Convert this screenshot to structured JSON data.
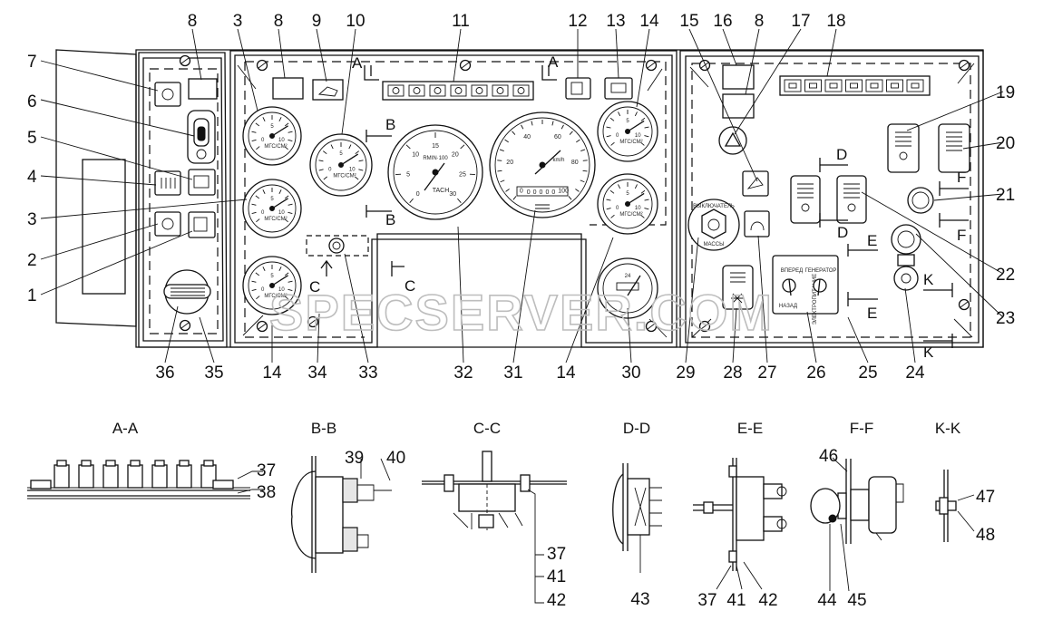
{
  "diagram": {
    "callouts_top": [
      "8",
      "3",
      "8",
      "9",
      "10",
      "11",
      "12",
      "13",
      "14",
      "15",
      "16",
      "8",
      "17",
      "18"
    ],
    "callouts_left": [
      "7",
      "6",
      "5",
      "4",
      "3",
      "2",
      "1"
    ],
    "callouts_right": [
      "19",
      "20",
      "21",
      "22",
      "23"
    ],
    "callouts_bottom": [
      "36",
      "35",
      "14",
      "34",
      "33",
      "32",
      "31",
      "14",
      "30",
      "29",
      "28",
      "27",
      "26",
      "25",
      "24"
    ],
    "section_cut_letters": [
      "A",
      "A",
      "B",
      "B",
      "C",
      "C",
      "D",
      "D",
      "E",
      "E",
      "F",
      "F",
      "K",
      "K"
    ],
    "sections": [
      {
        "title": "A-A",
        "callouts": [
          "37",
          "38"
        ]
      },
      {
        "title": "B-B",
        "callouts": [
          "39",
          "40"
        ]
      },
      {
        "title": "C-C",
        "callouts": [
          "37",
          "41",
          "42"
        ]
      },
      {
        "title": "D-D",
        "callouts": [
          "43"
        ]
      },
      {
        "title": "E-E",
        "callouts": [
          "37",
          "41",
          "42"
        ]
      },
      {
        "title": "F-F",
        "callouts": [
          "46",
          "44",
          "45"
        ]
      },
      {
        "title": "K-K",
        "callouts": [
          "47",
          "48"
        ]
      }
    ],
    "gauge_labels": {
      "pressure_unit": "МГС/СМ²",
      "tach_label": "TACH",
      "tach_sub": "RMIN·100",
      "speed_unit": "km/h",
      "odometer": "00000"
    },
    "gauge_scale_values": {
      "tach": [
        "0",
        "5",
        "10",
        "15",
        "20",
        "25",
        "30"
      ],
      "speedometer": [
        "0",
        "20",
        "40",
        "60",
        "80",
        "100"
      ],
      "pressure": [
        "0",
        "5",
        "10"
      ],
      "voltmeter": [
        "24"
      ]
    },
    "switch_labels": {
      "ground_switch_top": "ВЫКЛЮЧАТЕЛЬ",
      "ground_switch_bottom": "МАССЫ",
      "panel_forward": "ВПЕРЕД",
      "panel_generator": "ГЕНЕРАТОР",
      "panel_side": "ЭЛЕКТРОПИТАНИЕ",
      "panel_back": "НАЗАД"
    },
    "watermark": "SPECSERVER.COM"
  }
}
